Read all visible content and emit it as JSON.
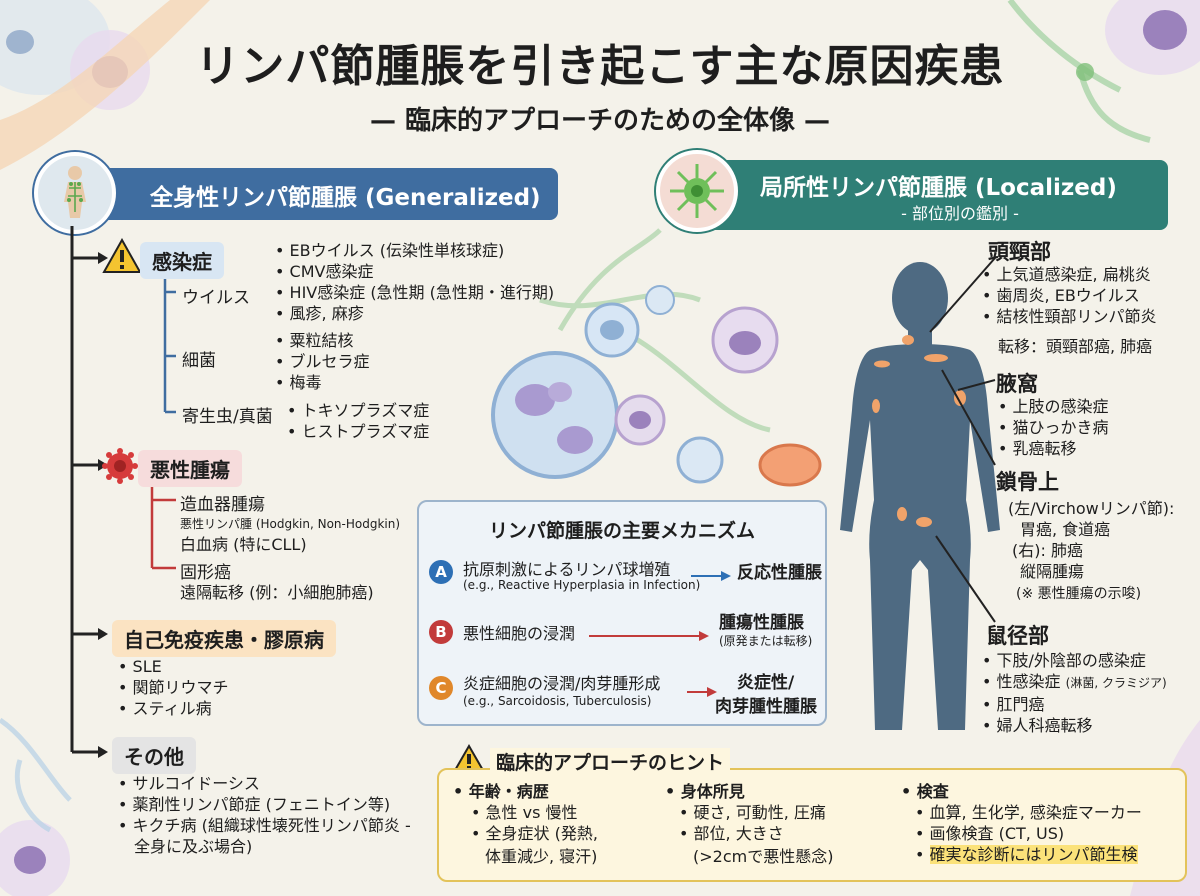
{
  "title": "リンパ節腫脹を引き起こす主な原因疾患",
  "subtitle": "— 臨床的アプローチのための全体像 —",
  "generalized": {
    "banner": "全身性リンパ節腫脹 (Generalized)",
    "infection": {
      "label": "感染症",
      "virus_label": "ウイルス",
      "virus_items": [
        "EBウイルス (伝染性単核球症)",
        "CMV感染症",
        "HIV感染症 (急性期 (急性期・進行期)",
        "風疹, 麻疹"
      ],
      "bacteria_label": "細菌",
      "bacteria_items": [
        "粟粒結核",
        "ブルセラ症",
        "梅毒"
      ],
      "parasite_label": "寄生虫/真菌",
      "parasite_items": [
        "トキソプラズマ症",
        "ヒストプラズマ症"
      ]
    },
    "malignancy": {
      "label": "悪性腫瘍",
      "heme_label": "造血器腫瘍",
      "heme_line1": "悪性リンパ腫 (Hodgkin, Non-Hodgkin)",
      "heme_line2": "白血病 (特にCLL)",
      "solid_label": "固形癌",
      "solid_line1": "遠隔転移 (例：小細胞肺癌)"
    },
    "autoimmune": {
      "label": "自己免疫疾患・膠原病",
      "items": [
        "SLE",
        "関節リウマチ",
        "スティル病"
      ]
    },
    "other": {
      "label": "その他",
      "items": [
        "サルコイドーシス",
        "薬剤性リンパ節症 (フェニトイン等)",
        "キクチ病 (組織球性壊死性リンパ節炎 -"
      ],
      "continuation": "全身に及ぶ場合)"
    }
  },
  "localized": {
    "banner": "局所性リンパ節腫脹 (Localized)",
    "banner_sub": "- 部位別の鑑別 -",
    "head_neck": {
      "label": "頭頸部",
      "items": [
        "上気道感染症, 扁桃炎",
        "歯周炎, EBウイルス",
        "結核性頸部リンパ節炎"
      ],
      "metastasis": "転移：頭頸部癌, 肺癌"
    },
    "axilla": {
      "label": "腋窩",
      "items": [
        "上肢の感染症",
        "猫ひっかき病",
        "乳癌転移"
      ]
    },
    "supraclavicular": {
      "label": "鎖骨上",
      "line1": "(左/Virchowリンパ節):",
      "line2": "胃癌, 食道癌",
      "line3": "(右): 肺癌",
      "line4": "縦隔腫瘍",
      "line5": "(※ 悪性腫瘍の示唆)"
    },
    "inguinal": {
      "label": "鼠径部",
      "items": [
        "下肢/外陰部の感染症",
        "性感染症",
        "肛門癌",
        "婦人科癌転移"
      ],
      "sti_note": "(淋菌, クラミジア)"
    }
  },
  "mechanism": {
    "title": "リンパ節腫脹の主要メカニズム",
    "items": [
      {
        "letter": "A",
        "text": "抗原刺激によるリンパ球増殖",
        "sub": "(e.g., Reactive Hyperplasia in Infection)",
        "result": "反応性腫脹",
        "result_sub": "",
        "color": "#2d6fb5"
      },
      {
        "letter": "B",
        "text": "悪性細胞の浸潤",
        "sub": "",
        "result": "腫瘍性腫脹",
        "result_sub": "(原発または転移)",
        "color": "#c23b3b"
      },
      {
        "letter": "C",
        "text": "炎症細胞の浸潤/肉芽腫形成",
        "sub": "(e.g., Sarcoidosis, Tuberculosis)",
        "result": "炎症性/",
        "result_sub": "肉芽腫性腫脹",
        "color": "#e0872a"
      }
    ]
  },
  "hints": {
    "title": "臨床的アプローチのヒント",
    "col1": {
      "label": "年齢・病歴",
      "items": [
        "急性 vs 慢性",
        "全身症状 (発熱,"
      ],
      "continuation": "体重減少, 寝汗)"
    },
    "col2": {
      "label": "身体所見",
      "items": [
        "硬さ, 可動性, 圧痛",
        "部位, 大きさ"
      ],
      "continuation": "(>2cmで悪性懸念)"
    },
    "col3": {
      "label": "検査",
      "items": [
        "血算, 生化学, 感染症マーカー",
        "画像検査 (CT, US)"
      ],
      "highlight": "確実な診断にはリンパ節生検"
    }
  },
  "colors": {
    "generalized": "#3f6da0",
    "localized": "#2f7f76",
    "infection_bg": "#d8e6f3",
    "malignancy_bg": "#f6dcdc",
    "autoimmune_bg": "#fbe3c2",
    "other_bg": "#e4e4e4",
    "body": "#4e6a82",
    "node": "#f0a36a"
  }
}
